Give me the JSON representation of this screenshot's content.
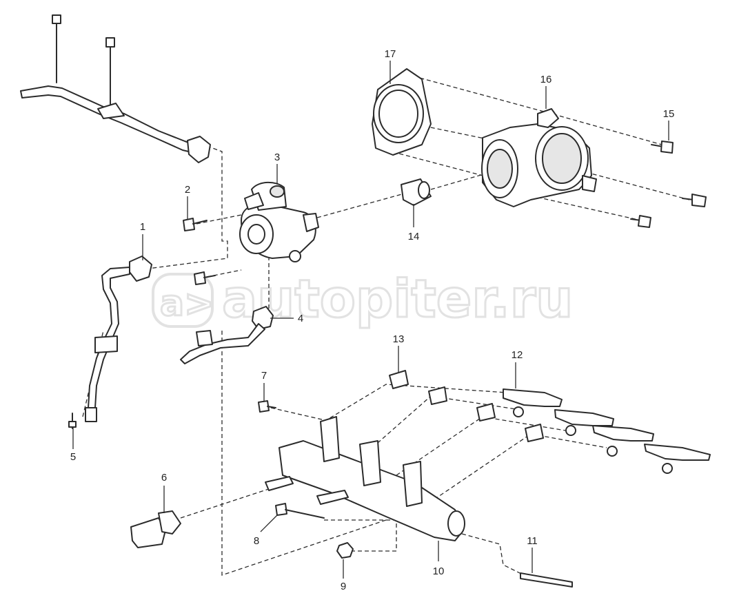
{
  "watermark": {
    "text": "autopiter.ru",
    "logo_glyph": "a>"
  },
  "callouts": [
    "1",
    "2",
    "3",
    "4",
    "5",
    "6",
    "7",
    "8",
    "9",
    "10",
    "11",
    "12",
    "13",
    "14",
    "15",
    "16",
    "17"
  ]
}
